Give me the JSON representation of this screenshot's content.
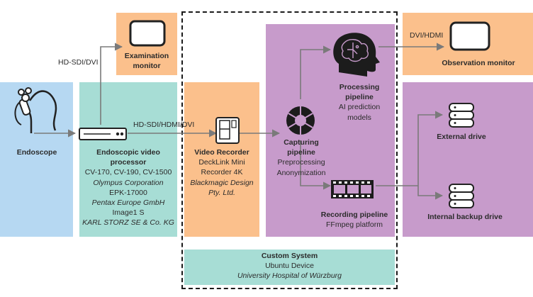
{
  "colors": {
    "orange": "#fbc08c",
    "blue": "#b6d8f2",
    "teal": "#a7ddd5",
    "purple": "#c79bcb",
    "line": "#7a7a7a"
  },
  "examination_monitor": {
    "label": "Examination monitor"
  },
  "observation_monitor": {
    "label": "Observation monitor"
  },
  "endoscope": {
    "label": "Endoscope"
  },
  "processor": {
    "title": "Endoscopic video processor",
    "line1": "CV-170, CV-190, CV-1500",
    "line2": "Olympus Corporation",
    "line3": "EPK-17000",
    "line4": "Pentax Europe GmbH",
    "line5": "Image1 S",
    "line6": "KARL STORZ SE & Co. KG"
  },
  "recorder": {
    "title": "Video Recorder",
    "line1": "DeckLink Mini",
    "line2": "Recorder 4K",
    "line3": "Blackmagic Design",
    "line4": "Pty. Ltd."
  },
  "capturing": {
    "title": "Capturing pipeline",
    "line1": "Preprocessing",
    "line2": "Anonymization"
  },
  "processing": {
    "title": "Processing pipeline",
    "line1": "AI prediction",
    "line2": "models"
  },
  "recording": {
    "title": "Recording pipeline",
    "line1": "FFmpeg platform"
  },
  "external_drive": {
    "label": "External drive"
  },
  "internal_drive": {
    "label": "Internal backup drive"
  },
  "custom_system": {
    "title": "Custom System",
    "line1": "Ubuntu Device",
    "line2": "University Hospital of Würzburg"
  },
  "connections": {
    "hd_sdi_dvi": "HD-SDI/DVI",
    "hd_sdi_hdmi_dvi": "HD-SDI/HDMI/DVI",
    "dvi_hdmi": "DVI/HDMI"
  }
}
